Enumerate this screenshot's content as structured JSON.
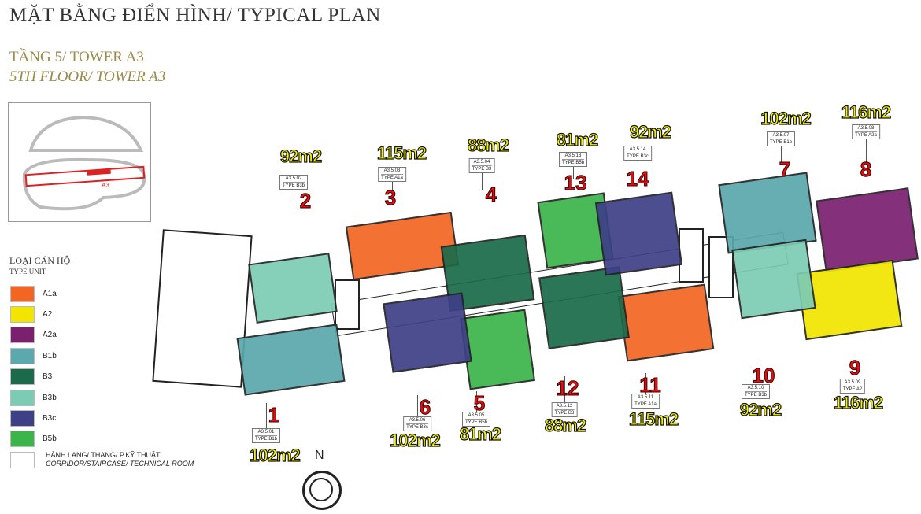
{
  "header": {
    "title": "MẶT BẰNG ĐIỂN HÌNH/ TYPICAL PLAN",
    "subtitle_vi": "TẦNG 5/ TOWER A3",
    "subtitle_en": "5TH FLOOR/ TOWER A3"
  },
  "keyplan": {
    "label": "A3"
  },
  "legend": {
    "heading": "LOẠI CĂN HỘ",
    "subheading": "TYPE UNIT",
    "items": [
      {
        "label": "A1a",
        "color": "#f26522"
      },
      {
        "label": "A2",
        "color": "#f2e600"
      },
      {
        "label": "A2a",
        "color": "#7b1f6f"
      },
      {
        "label": "B1b",
        "color": "#5ba8ad"
      },
      {
        "label": "B3",
        "color": "#1b6b4a"
      },
      {
        "label": "B3b",
        "color": "#7ccbb4"
      },
      {
        "label": "B3c",
        "color": "#3d3f87"
      },
      {
        "label": "B5b",
        "color": "#3bb54a"
      }
    ],
    "common": {
      "label_vi": "HÀNH LANG/ THANG/ P.KỸ THUẬT",
      "label_en": "CORRIDOR/STAIRCASE/ TECHNICAL ROOM",
      "color": "#ffffff"
    }
  },
  "north": "N",
  "units": [
    {
      "no": "1",
      "code": "A3.5.01",
      "type": "TYPE B1b",
      "t": "B1b",
      "area": "102m2"
    },
    {
      "no": "2",
      "code": "A3.5.02",
      "type": "TYPE B3b",
      "t": "B3b",
      "area": "92m2"
    },
    {
      "no": "3",
      "code": "A3.5.03",
      "type": "TYPE A1a",
      "t": "A1a",
      "area": "115m2"
    },
    {
      "no": "4",
      "code": "A3.5.04",
      "type": "TYPE B3",
      "t": "B3",
      "area": "88m2"
    },
    {
      "no": "5",
      "code": "A3.5.05",
      "type": "TYPE B5b",
      "t": "B5b",
      "area": "81m2"
    },
    {
      "no": "6",
      "code": "A3.5.06",
      "type": "TYPE B3c",
      "t": "B3c",
      "area": "102m2"
    },
    {
      "no": "7",
      "code": "A3.5.07",
      "type": "TYPE B1b",
      "t": "B1b",
      "area": "102m2"
    },
    {
      "no": "8",
      "code": "A3.5.08",
      "type": "TYPE A2a",
      "t": "A2a",
      "area": "116m2"
    },
    {
      "no": "9",
      "code": "A3.5.09",
      "type": "TYPE A2",
      "t": "A2",
      "area": "116m2"
    },
    {
      "no": "10",
      "code": "A3.5.10",
      "type": "TYPE B3b",
      "t": "B3b",
      "area": "92m2"
    },
    {
      "no": "11",
      "code": "A3.5.11",
      "type": "TYPE A1a",
      "t": "A1a",
      "area": "115m2"
    },
    {
      "no": "12",
      "code": "A3.5.12",
      "type": "TYPE B3",
      "t": "B3",
      "area": "88m2"
    },
    {
      "no": "13",
      "code": "A3.5.13",
      "type": "TYPE B5b",
      "t": "B5b",
      "area": "81m2"
    },
    {
      "no": "14",
      "code": "A3.5.14",
      "type": "TYPE B3c",
      "t": "B3c",
      "area": "92m2"
    }
  ]
}
